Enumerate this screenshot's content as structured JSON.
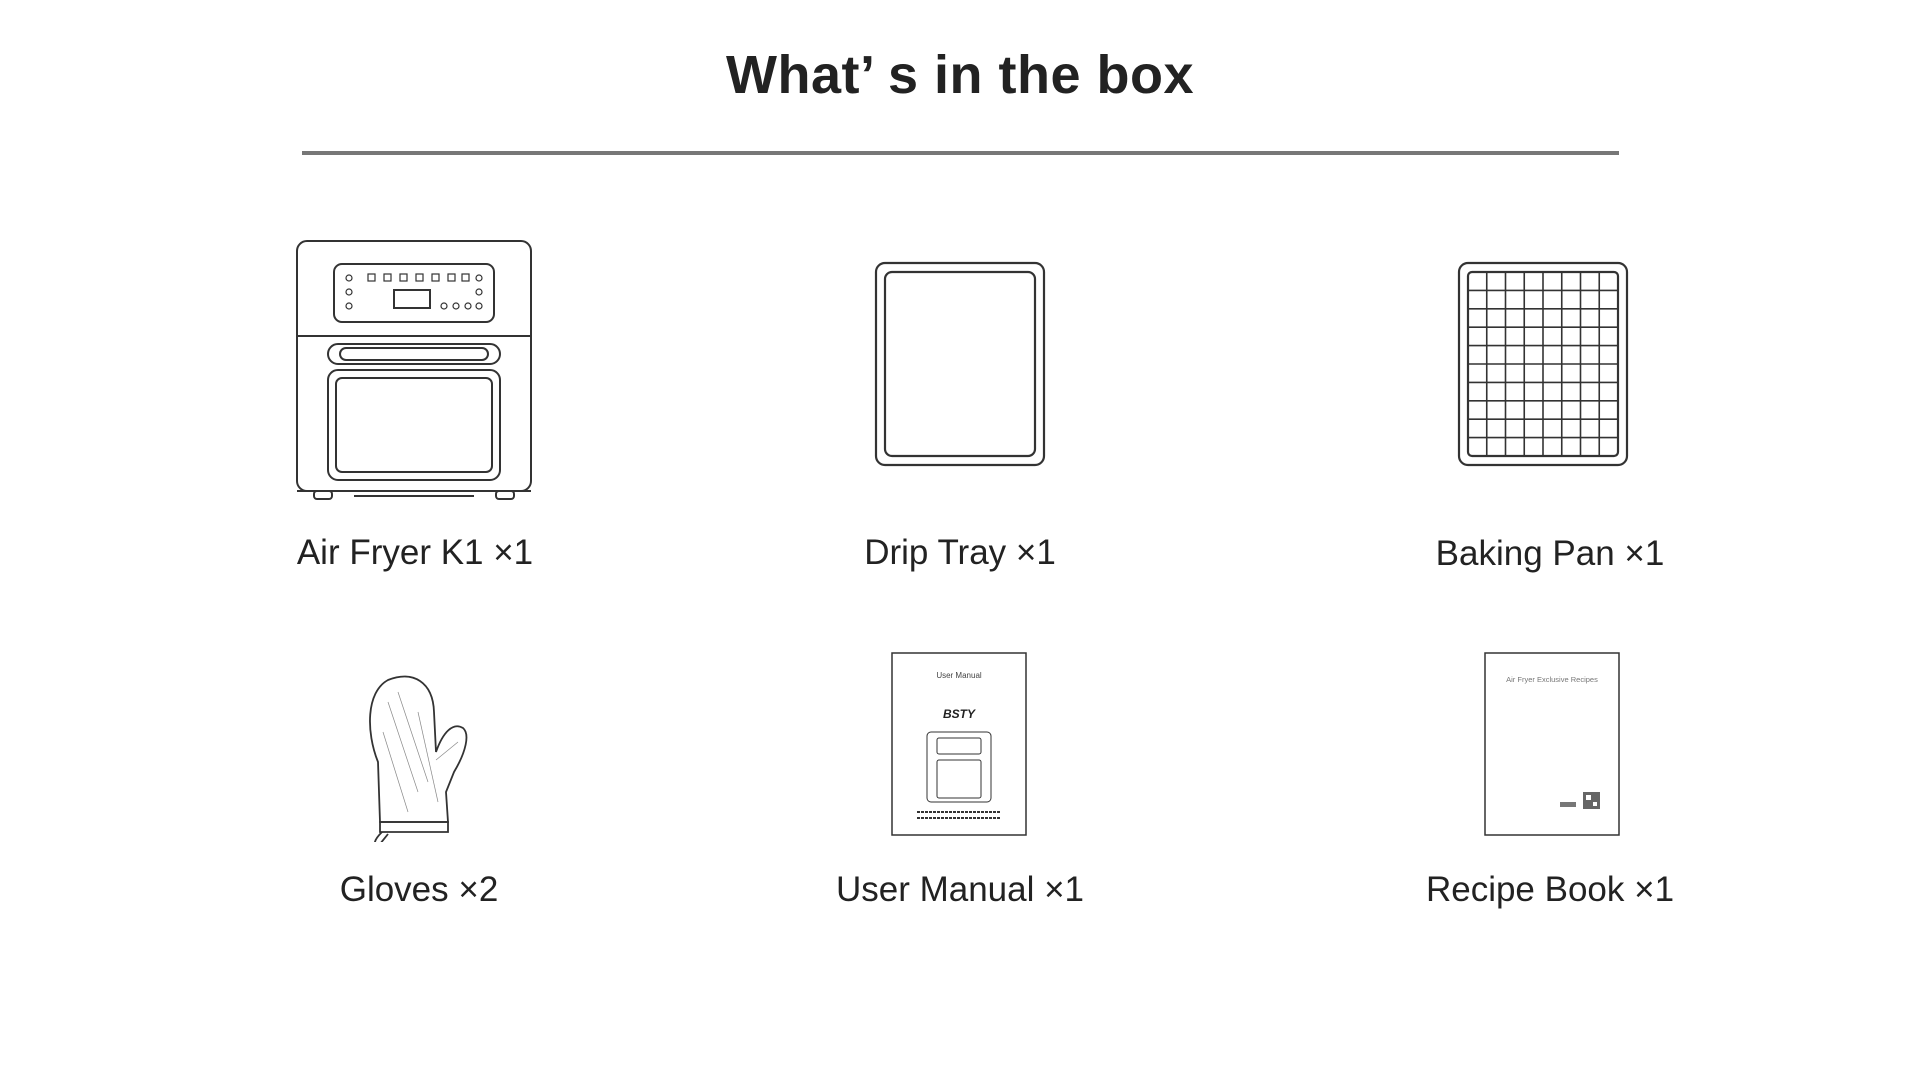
{
  "title": "What’ s in the box",
  "items": [
    {
      "name": "Air Fryer K1",
      "qty": "×1",
      "label": "Air Fryer K1 ×1"
    },
    {
      "name": "Drip Tray",
      "qty": "×1",
      "label": "Drip Tray ×1"
    },
    {
      "name": "Baking Pan",
      "qty": "×1",
      "label": "Baking Pan ×1"
    },
    {
      "name": "Gloves",
      "qty": "×2",
      "label": "Gloves ×2"
    },
    {
      "name": "User Manual",
      "qty": "×1",
      "label": "User Manual ×1"
    },
    {
      "name": "Recipe Book",
      "qty": "×1",
      "label": "Recipe Book ×1"
    }
  ],
  "manual_cover": {
    "title": "User Manual",
    "brand": "BSTY"
  },
  "recipe_cover": {
    "title": "Air Fryer Exclusive Recipes"
  }
}
